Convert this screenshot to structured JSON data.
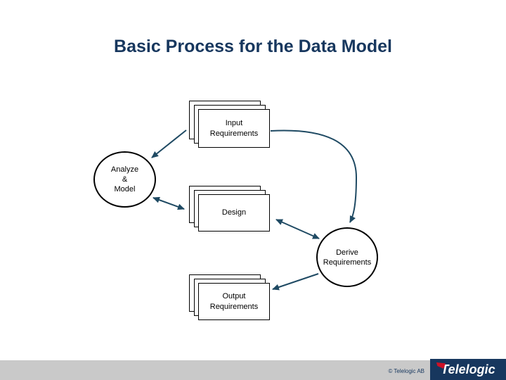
{
  "title": "Basic Process for the Data Model",
  "colors": {
    "title_text": "#17375E",
    "arrow": "#1F4A63",
    "shape_border": "#000000",
    "shape_fill": "#FFFFFF",
    "footer_bar": "#C9C9C9",
    "logo_background": "#17375E",
    "logo_accent_red": "#CE1126",
    "logo_text": "#FFFFFF"
  },
  "diagram": {
    "nodes": {
      "input": {
        "shape": "stacked-box",
        "label": "Input\nRequirements"
      },
      "analyze": {
        "shape": "circle",
        "label": "Analyze\n&\nModel"
      },
      "design": {
        "shape": "stacked-box",
        "label": "Design"
      },
      "derive": {
        "shape": "circle",
        "label": "Derive\nRequirements"
      },
      "output": {
        "shape": "stacked-box",
        "label": "Output\nRequirements"
      }
    },
    "edges": [
      {
        "from": "input",
        "to": "analyze",
        "direction": "one-way",
        "style": "straight"
      },
      {
        "from": "input",
        "to": "derive",
        "direction": "one-way",
        "style": "curved"
      },
      {
        "from": "analyze",
        "to": "design",
        "direction": "two-way",
        "style": "straight"
      },
      {
        "from": "design",
        "to": "derive",
        "direction": "two-way",
        "style": "straight"
      },
      {
        "from": "derive",
        "to": "output",
        "direction": "one-way",
        "style": "straight"
      }
    ]
  },
  "footer": {
    "copyright": "© Telelogic AB",
    "logo_text": "Telelogic"
  }
}
